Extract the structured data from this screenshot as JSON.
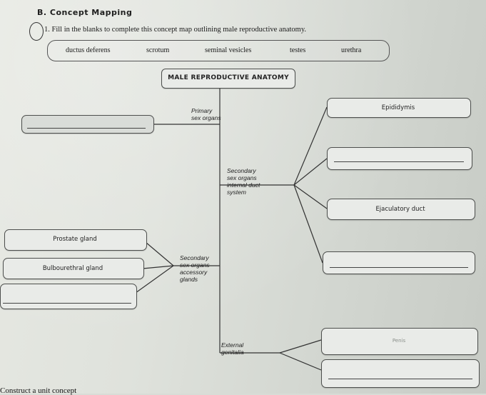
{
  "section": {
    "title": "B. Concept Mapping"
  },
  "instruction": {
    "number": "1.",
    "text": "Fill in the blanks to complete this concept map outlining male reproductive anatomy."
  },
  "word_bank": [
    "ductus deferens",
    "scrotum",
    "seminal vesicles",
    "testes",
    "urethra"
  ],
  "map": {
    "title": "MALE REPRODUCTIVE ANATOMY",
    "branches": {
      "primary": [
        "Primary",
        "sex organs"
      ],
      "secondary_duct": [
        "Secondary",
        "sex organs",
        "internal duct",
        "system"
      ],
      "secondary_glands": [
        "Secondary",
        "sex organs",
        "accessory",
        "glands"
      ],
      "external": [
        "External",
        "genitalia"
      ]
    },
    "duct_boxes": [
      "Epididymis",
      "",
      "Ejaculatory duct",
      ""
    ],
    "gland_boxes": [
      "Prostate gland",
      "Bulbourethral gland",
      ""
    ],
    "external_boxes": [
      "Penis",
      ""
    ],
    "primary_box": ""
  },
  "footer": {
    "text": "Construct a unit concept"
  }
}
